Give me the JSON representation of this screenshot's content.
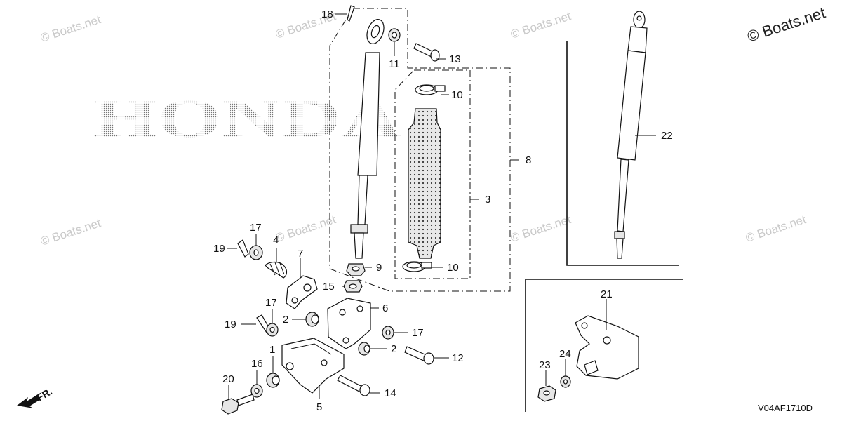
{
  "diagram": {
    "brand_logo_text": "HONDA",
    "diagram_code": "V04AF1710D",
    "direction_label": "FR.",
    "watermark": "© Boats.net",
    "callouts": {
      "c18": "18",
      "c11": "11",
      "c13": "13",
      "c10a": "10",
      "c8": "8",
      "c3": "3",
      "c22": "22",
      "c9": "9",
      "c10b": "10",
      "c15": "15",
      "c17a": "17",
      "c19a": "19",
      "c4": "4",
      "c7": "7",
      "c17b": "17",
      "c2a": "2",
      "c6": "6",
      "c19b": "19",
      "c17c": "17",
      "c2b": "2",
      "c1": "1",
      "c16": "16",
      "c12": "12",
      "c20": "20",
      "c5": "5",
      "c14": "14",
      "c21": "21",
      "c24": "24",
      "c23": "23"
    }
  }
}
